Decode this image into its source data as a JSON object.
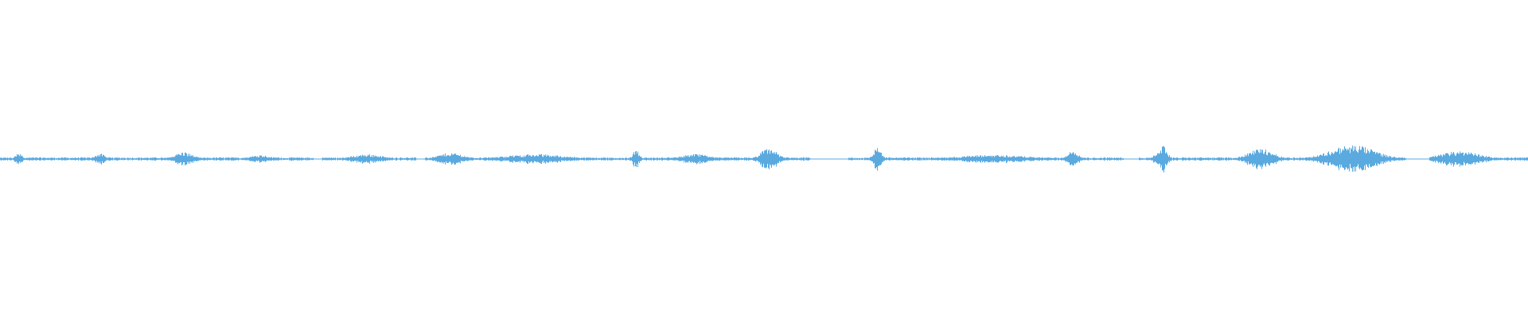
{
  "waveform": {
    "color": "#5aaae0",
    "baseline_amplitude": 0.004,
    "bursts": [
      {
        "at": 0.012,
        "width": 0.006,
        "amp": 0.02
      },
      {
        "at": 0.065,
        "width": 0.01,
        "amp": 0.016
      },
      {
        "at": 0.12,
        "width": 0.018,
        "amp": 0.02
      },
      {
        "at": 0.17,
        "width": 0.02,
        "amp": 0.012
      },
      {
        "at": 0.24,
        "width": 0.03,
        "amp": 0.014
      },
      {
        "at": 0.295,
        "width": 0.025,
        "amp": 0.018
      },
      {
        "at": 0.35,
        "width": 0.06,
        "amp": 0.014
      },
      {
        "at": 0.416,
        "width": 0.006,
        "amp": 0.03
      },
      {
        "at": 0.455,
        "width": 0.03,
        "amp": 0.014
      },
      {
        "at": 0.503,
        "width": 0.016,
        "amp": 0.032
      },
      {
        "at": 0.574,
        "width": 0.008,
        "amp": 0.034
      },
      {
        "at": 0.65,
        "width": 0.07,
        "amp": 0.012
      },
      {
        "at": 0.702,
        "width": 0.01,
        "amp": 0.024
      },
      {
        "at": 0.76,
        "width": 0.01,
        "amp": 0.04
      },
      {
        "at": 0.825,
        "width": 0.025,
        "amp": 0.03
      },
      {
        "at": 0.885,
        "width": 0.045,
        "amp": 0.04
      },
      {
        "at": 0.955,
        "width": 0.04,
        "amp": 0.022
      }
    ],
    "gaps": [
      {
        "from": 0.205,
        "to": 0.21
      },
      {
        "from": 0.272,
        "to": 0.278
      },
      {
        "from": 0.53,
        "to": 0.555
      },
      {
        "from": 0.735,
        "to": 0.745
      },
      {
        "from": 0.92,
        "to": 0.935
      }
    ]
  }
}
